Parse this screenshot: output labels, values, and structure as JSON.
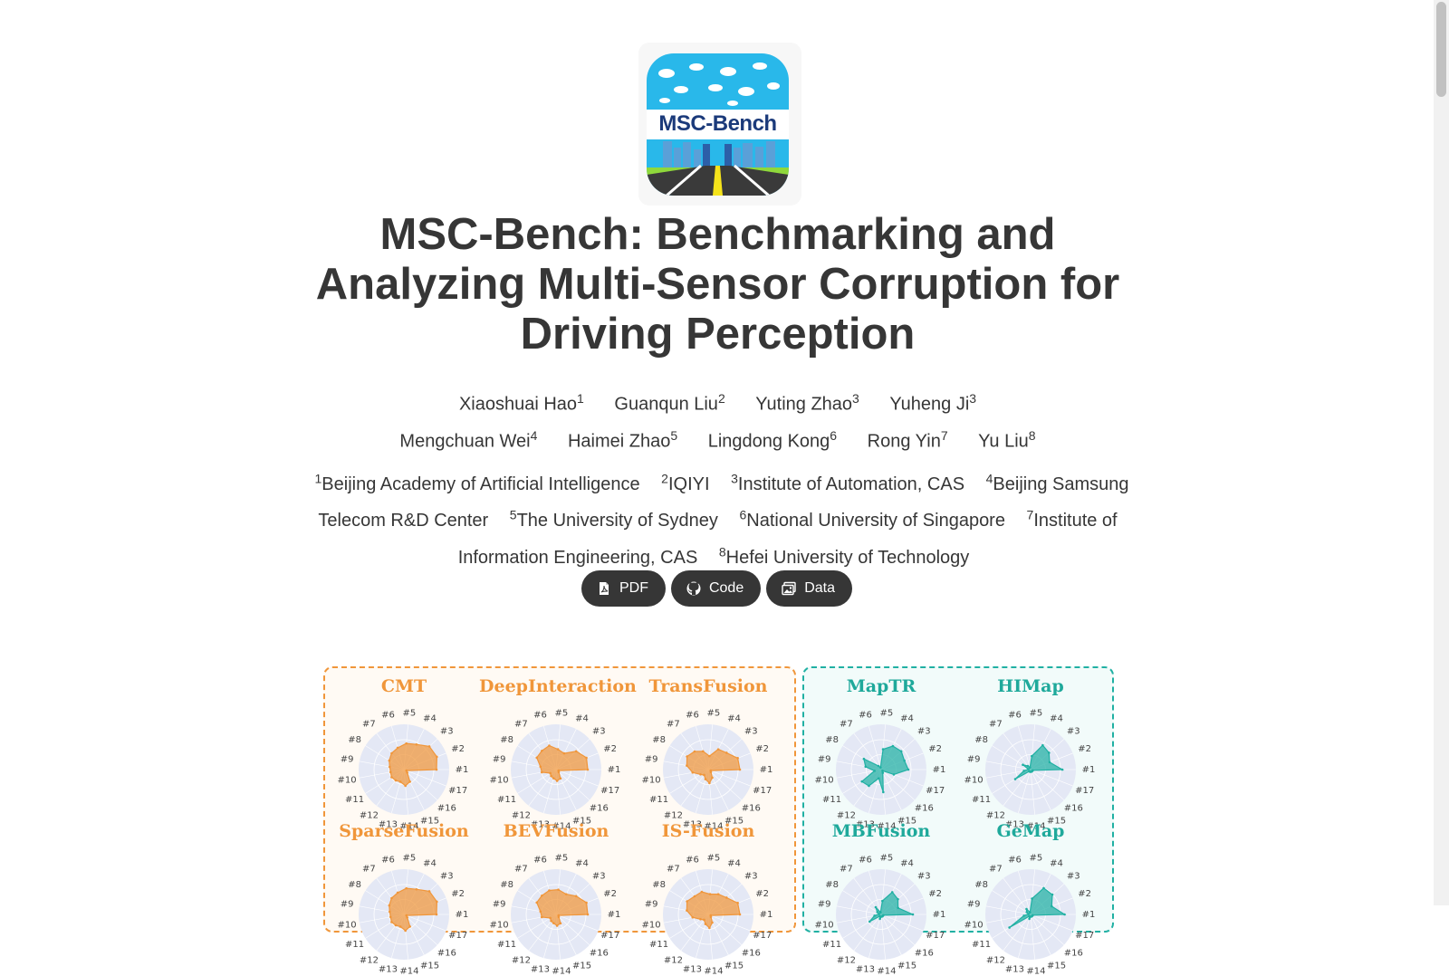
{
  "logo": {
    "text": "MSC-Bench"
  },
  "title": "MSC-Bench: Benchmarking and Analyzing Multi-Sensor Corruption for Driving Perception",
  "authors": [
    {
      "name": "Xiaoshuai Hao",
      "sup": "1"
    },
    {
      "name": "Guanqun Liu",
      "sup": "2"
    },
    {
      "name": "Yuting Zhao",
      "sup": "3"
    },
    {
      "name": "Yuheng Ji",
      "sup": "3"
    },
    {
      "name": "Mengchuan Wei",
      "sup": "4"
    },
    {
      "name": "Haimei Zhao",
      "sup": "5"
    },
    {
      "name": "Lingdong Kong",
      "sup": "6"
    },
    {
      "name": "Rong Yin",
      "sup": "7"
    },
    {
      "name": "Yu Liu",
      "sup": "8"
    }
  ],
  "affiliations": [
    {
      "sup": "1",
      "name": "Beijing Academy of Artificial Intelligence"
    },
    {
      "sup": "2",
      "name": "IQIYI"
    },
    {
      "sup": "3",
      "name": "Institute of Automation, CAS"
    },
    {
      "sup": "4",
      "name": "Beijing Samsung Telecom R&D Center"
    },
    {
      "sup": "5",
      "name": "The University of Sydney"
    },
    {
      "sup": "6",
      "name": "National University of Singapore"
    },
    {
      "sup": "7",
      "name": "Institute of Information Engineering, CAS"
    },
    {
      "sup": "8",
      "name": "Hefei University of Technology"
    }
  ],
  "links": [
    {
      "label": "PDF",
      "icon": "pdf-icon"
    },
    {
      "label": "Code",
      "icon": "github-icon"
    },
    {
      "label": "Data",
      "icon": "images-icon"
    }
  ],
  "figure": {
    "axis_labels": [
      "#1",
      "#2",
      "#3",
      "#4",
      "#5",
      "#6",
      "#7",
      "#8",
      "#9",
      "#10",
      "#11",
      "#12",
      "#13",
      "#14",
      "#15",
      "#16",
      "#17"
    ],
    "colors": {
      "orange": "#f0963a",
      "teal": "#20b0a3"
    },
    "orange_models": [
      {
        "name": "CMT",
        "values": [
          0.72,
          0.78,
          0.76,
          0.62,
          0.58,
          0.5,
          0.45,
          0.38,
          0.32,
          0.3,
          0.32,
          0.3,
          0.28,
          0.36,
          0.3,
          0.1,
          0.06
        ]
      },
      {
        "name": "DeepInteraction",
        "values": [
          0.7,
          0.72,
          0.6,
          0.4,
          0.45,
          0.55,
          0.52,
          0.5,
          0.35,
          0.32,
          0.15,
          0.18,
          0.2,
          0.25,
          0.22,
          0.08,
          0.06
        ]
      },
      {
        "name": "TransFusion",
        "values": [
          0.7,
          0.7,
          0.55,
          0.5,
          0.3,
          0.42,
          0.5,
          0.55,
          0.48,
          0.35,
          0.2,
          0.15,
          0.22,
          0.3,
          0.2,
          0.08,
          0.06
        ]
      },
      {
        "name": "SparseFusion",
        "values": [
          0.72,
          0.78,
          0.76,
          0.62,
          0.58,
          0.5,
          0.45,
          0.38,
          0.32,
          0.3,
          0.32,
          0.3,
          0.28,
          0.36,
          0.3,
          0.1,
          0.06
        ]
      },
      {
        "name": "BEVFusion",
        "values": [
          0.7,
          0.72,
          0.6,
          0.5,
          0.55,
          0.55,
          0.52,
          0.5,
          0.35,
          0.32,
          0.15,
          0.18,
          0.2,
          0.25,
          0.22,
          0.08,
          0.06
        ]
      },
      {
        "name": "IS-Fusion",
        "values": [
          0.7,
          0.7,
          0.55,
          0.5,
          0.45,
          0.52,
          0.5,
          0.55,
          0.48,
          0.35,
          0.2,
          0.15,
          0.22,
          0.3,
          0.2,
          0.08,
          0.06
        ]
      }
    ],
    "teal_models": [
      {
        "name": "MapTR",
        "values": [
          0.6,
          0.55,
          0.6,
          0.58,
          0.45,
          0.05,
          0.1,
          0.45,
          0.35,
          0.15,
          0.5,
          0.45,
          0.2,
          0.5,
          0.08,
          0.04,
          0.3
        ]
      },
      {
        "name": "HIMap",
        "values": [
          0.7,
          0.45,
          0.55,
          0.6,
          0.3,
          0.05,
          0.1,
          0.2,
          0.05,
          0.15,
          0.4,
          0.05,
          0.05,
          0.05,
          0.05,
          0.05,
          0.05
        ]
      },
      {
        "name": "MBFusion",
        "values": [
          0.7,
          0.4,
          0.5,
          0.55,
          0.3,
          0.05,
          0.2,
          0.1,
          0.05,
          0.15,
          0.3,
          0.05,
          0.1,
          0.05,
          0.05,
          0.05,
          0.05
        ]
      },
      {
        "name": "GeMap",
        "values": [
          0.75,
          0.5,
          0.65,
          0.65,
          0.35,
          0.05,
          0.15,
          0.1,
          0.05,
          0.15,
          0.55,
          0.05,
          0.1,
          0.05,
          0.05,
          0.05,
          0.05
        ]
      }
    ]
  }
}
